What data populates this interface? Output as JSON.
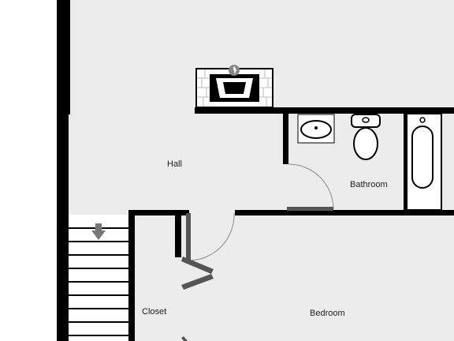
{
  "floor_plan": {
    "rooms": [
      {
        "id": "hall",
        "label": "Hall"
      },
      {
        "id": "bathroom",
        "label": "Bathroom"
      },
      {
        "id": "closet",
        "label": "Closet"
      },
      {
        "id": "bedroom",
        "label": "Bedroom"
      }
    ],
    "fixtures": [
      "fireplace",
      "bathroom-sink",
      "toilet",
      "bathtub",
      "staircase"
    ],
    "stair_direction": "down",
    "colors": {
      "floor": "#ececec",
      "wall": "#000000",
      "door_line": "#888888",
      "door_panel": "#555555",
      "stair_arrow": "#777777",
      "background": "#ffffff"
    }
  }
}
